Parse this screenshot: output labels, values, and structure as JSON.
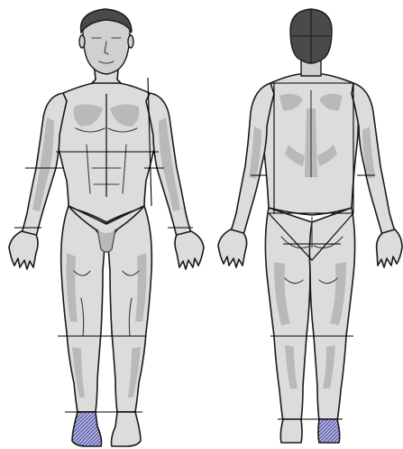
{
  "figure": {
    "views": [
      "front",
      "back"
    ],
    "colors": {
      "skin": "#dcdcdc",
      "skin_shadow": "#b9b9b9",
      "hair": "#4a4a4a",
      "outline": "#1a1a1a",
      "guide_lines": "#000000",
      "highlight_fill": "#8d8dc8"
    },
    "highlighted_regions": [
      "front-left-foot",
      "back-right-foot"
    ]
  }
}
